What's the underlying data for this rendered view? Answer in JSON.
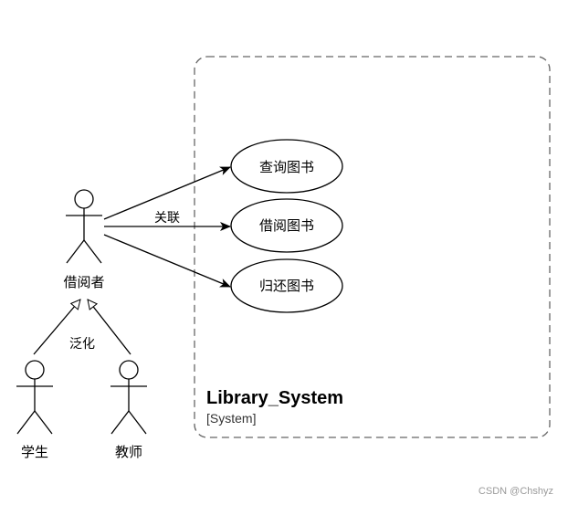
{
  "diagram": {
    "system": {
      "name": "Library_System",
      "stereotype": "[System]"
    },
    "actors": {
      "main": "借阅者",
      "student": "学生",
      "teacher": "教师"
    },
    "use_cases": [
      "查询图书",
      "借阅图书",
      "归还图书"
    ],
    "labels": {
      "association": "关联",
      "generalization": "泛化"
    }
  },
  "watermark": "CSDN @Chshyz",
  "colors": {
    "stroke": "#000000",
    "boundary": "#666666"
  }
}
